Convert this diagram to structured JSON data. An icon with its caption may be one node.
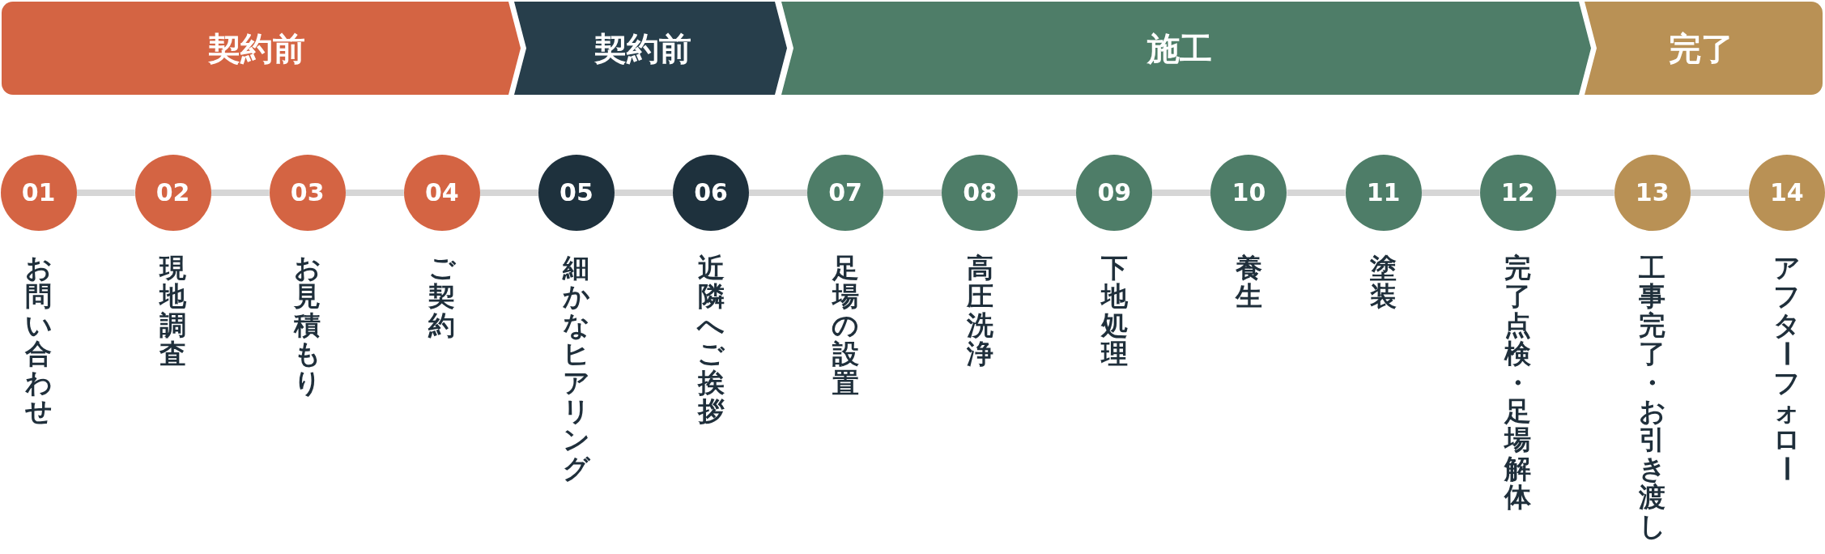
{
  "diagram": {
    "nodes": [
      {
        "text": [
          "契約前"
        ]
      },
      {
        "text": [
          "契約前"
        ]
      },
      {
        "text": [
          "施工"
        ]
      },
      {
        "text": [
          "完了"
        ]
      },
      {
        "text": [
          "01"
        ],
        "beside": [
          "お問い合わせ"
        ]
      },
      {
        "text": [
          "02"
        ],
        "beside": [
          "現地調査"
        ]
      },
      {
        "text": [
          "03"
        ],
        "beside": [
          "お見積もり"
        ]
      },
      {
        "text": [
          "04"
        ],
        "beside": [
          "ご契約"
        ]
      },
      {
        "text": [
          "05"
        ],
        "beside": [
          "細かなヒアリング"
        ]
      },
      {
        "text": [
          "06"
        ],
        "beside": [
          "近隣へご挨拶"
        ]
      },
      {
        "text": [
          "07"
        ],
        "beside": [
          "足場の設置"
        ]
      },
      {
        "text": [
          "08"
        ],
        "beside": [
          "高圧洗浄"
        ]
      },
      {
        "text": [
          "09"
        ],
        "beside": [
          "下地処理"
        ]
      },
      {
        "text": [
          "10"
        ],
        "beside": [
          "養生"
        ]
      },
      {
        "text": [
          "11"
        ],
        "beside": [
          "塗装"
        ]
      },
      {
        "text": [
          "12"
        ],
        "beside": [
          "完了点検・足場解体"
        ]
      },
      {
        "text": [
          "13"
        ],
        "beside": [
          "工事完了・お引き渡し"
        ]
      },
      {
        "text": [
          "14"
        ],
        "beside": [
          "アフターフォロー"
        ]
      }
    ],
    "edges": [
      {
        "from": 4,
        "to": 5,
        "arrow": "none"
      },
      {
        "from": 5,
        "to": 6,
        "arrow": "none"
      },
      {
        "from": 6,
        "to": 7,
        "arrow": "none"
      },
      {
        "from": 7,
        "to": 8,
        "arrow": "none"
      },
      {
        "from": 8,
        "to": 9,
        "arrow": "none"
      },
      {
        "from": 9,
        "to": 10,
        "arrow": "none"
      },
      {
        "from": 10,
        "to": 11,
        "arrow": "none"
      },
      {
        "from": 11,
        "to": 12,
        "arrow": "none"
      },
      {
        "from": 12,
        "to": 13,
        "arrow": "none"
      },
      {
        "from": 13,
        "to": 14,
        "arrow": "none"
      },
      {
        "from": 14,
        "to": 15,
        "arrow": "none"
      },
      {
        "from": 15,
        "to": 16,
        "arrow": "none"
      },
      {
        "from": 16,
        "to": 17,
        "arrow": "none"
      }
    ]
  }
}
